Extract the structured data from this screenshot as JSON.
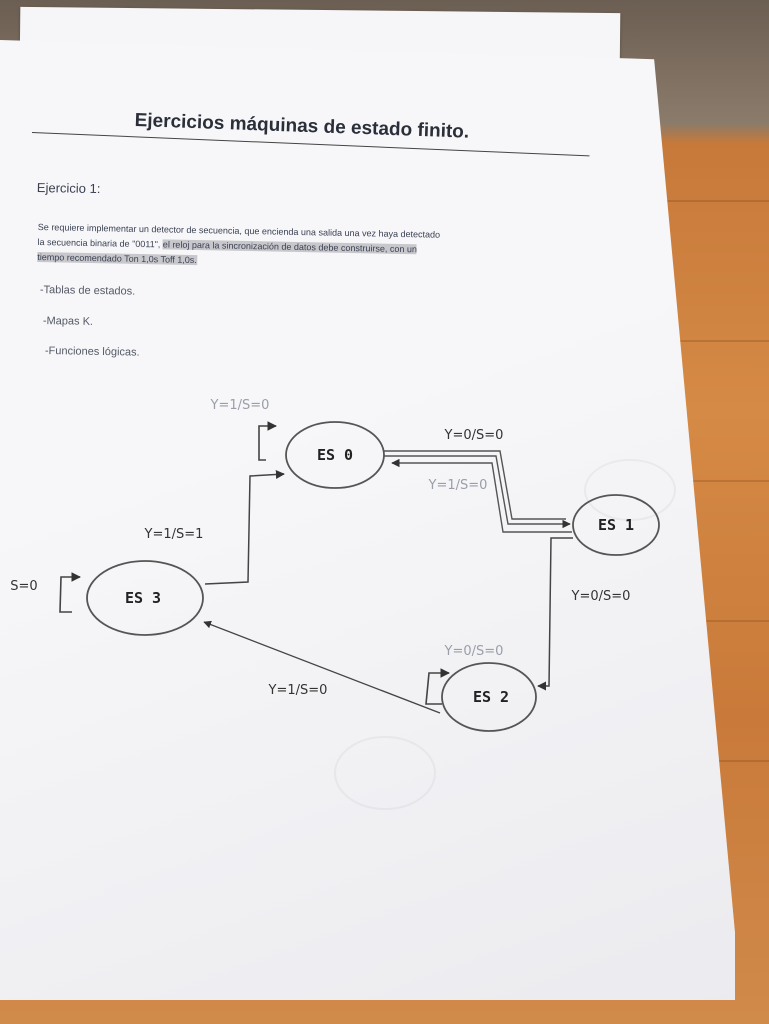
{
  "document": {
    "title": "Ejercicios máquinas de estado finito.",
    "exercise_heading": "Ejercicio 1:",
    "paragraph": {
      "part1": "Se requiere implementar un detector de secuencia, que encienda una salida una vez haya detectado",
      "part2a": "la secuencia binaria de \"0011\", ",
      "part2b": "el reloj para la sincronización de datos debe construirse, con un",
      "part3": "tiempo recomendado Ton 1,0s Toff 1,0s."
    },
    "list": [
      "-Tablas de estados.",
      "-Mapas K.",
      "-Funciones lógicas."
    ]
  },
  "diagram": {
    "states": [
      "ES 0",
      "ES 1",
      "ES 2",
      "ES 3"
    ],
    "transitions": {
      "es0_self": "Y=1/S=0",
      "es0_to_es1": "Y=0/S=0",
      "es1_to_es0": "Y=1/S=0",
      "es1_to_es2": "Y=0/S=0",
      "es2_self": "Y=0/S=0",
      "es2_to_es3": "Y=1/S=0",
      "es3_to_es0": "Y=1/S=1",
      "es3_self": "S=0"
    }
  }
}
